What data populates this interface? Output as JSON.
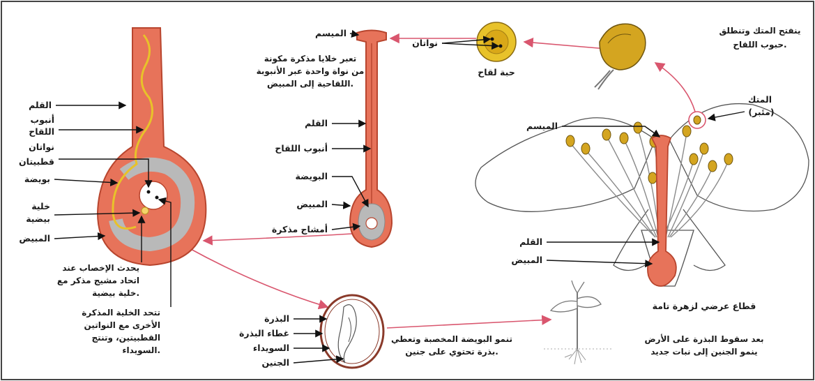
{
  "pistil_section": {
    "style": "القلم",
    "pollen_tube": "أنبوب اللقاح",
    "nuclei": "نواتان",
    "polar_nuclei": "قطبيتان",
    "ovule": "بويضة",
    "egg_cell": "خلية بيضية",
    "ovary": "المبيض",
    "fertilization_note": [
      "يحدث الإخصاب عند",
      "اتحاد مشيج مذكر مع",
      "خلية بيضية."
    ],
    "endosperm_note": [
      "تتحد الخلية المذكرة",
      "الأخرى مع النواتين",
      "القطبيتين، وتنتج",
      "السويداء."
    ]
  },
  "middle_pistil": {
    "stigma": "الميسم",
    "description": [
      "تعبر خلايا مذكرة مكونة",
      "من نواة واحدة عبر الأنبوبة",
      "اللقاحية إلى المبيض."
    ],
    "style": "القلم",
    "pollen_tube": "أنبوب اللقاح",
    "ovule": "البويضة",
    "ovary": "المبيض",
    "male_gametes": "أمشاج مذكرة"
  },
  "pollen": {
    "nuclei": "نواتان",
    "grain": "حبة لقاح"
  },
  "anther_top": {
    "note": [
      "ينفتح المتك وتنطلق",
      "حبوب اللقاح."
    ]
  },
  "flower": {
    "anther": "المتك",
    "anther_sub": "(مئبر)",
    "stigma": "الميسم",
    "style": "القلم",
    "ovary": "المبيض",
    "caption": "قطاع عرضي لزهرة تامة"
  },
  "seed": {
    "seed": "البذرة",
    "seed_coat": "غطاء البذرة",
    "endosperm": "السويداء",
    "embryo": "الجنين",
    "note": [
      "تنمو البويضة المخصبة وتعطي",
      "بذرة تحتوي على جنين."
    ]
  },
  "seedling": {
    "note": [
      "بعد سقوط البذرة على الأرض",
      "ينمو الجنين إلى نبات جديد"
    ]
  },
  "colors": {
    "tissue": "#e7735a",
    "tissue_dark": "#b8452e",
    "grey": "#b9b9b9",
    "pollen": "#e8c22a",
    "cycle_arrow": "#d9566e",
    "seed_brown": "#8a3a2a"
  }
}
